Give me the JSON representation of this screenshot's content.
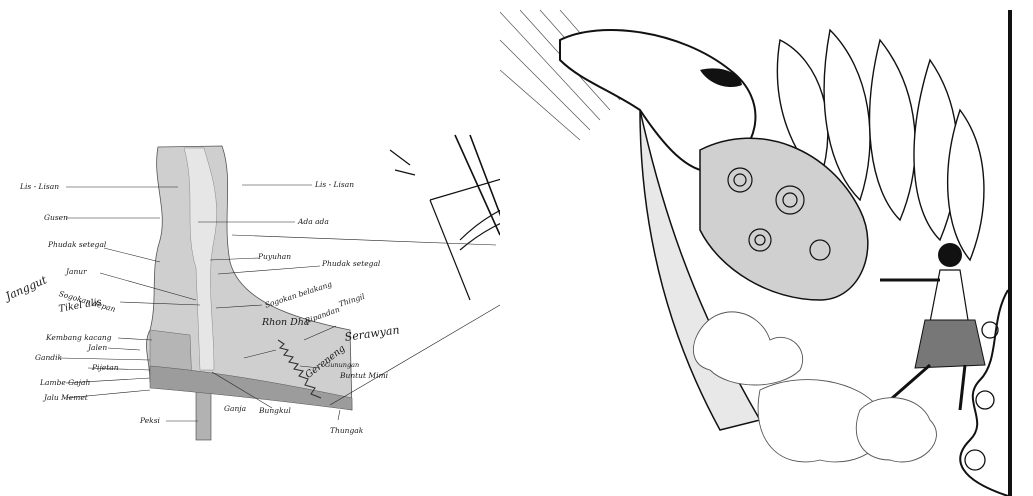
{
  "diagram": {
    "labels": {
      "lis_lisan_left": "Lis - Lisan",
      "lis_lisan_right": "Lis - Lisan",
      "gusen": "Gusen",
      "ada_ada": "Ada ada",
      "phudak_setegal_left": "Phudak setegal",
      "puyuhan": "Puyuhan",
      "janur": "Janur",
      "phudak_setegal_right": "Phudak setegal",
      "sogokan_depan": "Sogokan depan",
      "sogokan_belakang": "Sogokan belakang",
      "janggut": "Janggut",
      "tikel_alis": "Tikel alis",
      "thingil": "Thingil",
      "ripandan": "Ripandan",
      "rhon_dha": "Rhon Dha",
      "kembang_kacang": "Kembang kacang",
      "serawyan": "Serawyan",
      "jalen": "Jalen",
      "gandik": "Gandik",
      "pijetan": "Pijetan",
      "gereneng": "Gereneng",
      "gunungan": "Gunungan",
      "buntut_mimi": "Buntut Mimi",
      "lambe_gajah": "Lambe Gajah",
      "jalu_memet": "Jalu Memet",
      "ganja": "Ganja",
      "bungkul": "Bungkul",
      "peksi": "Peksi",
      "thungak": "Thungak"
    }
  },
  "colors": {
    "ink": "#111111",
    "blade_light": "#d9d9d9",
    "blade_mid": "#bdbdbd",
    "blade_dark": "#9e9e9e",
    "pommel": "#a8a8a8",
    "paper": "#ffffff"
  }
}
